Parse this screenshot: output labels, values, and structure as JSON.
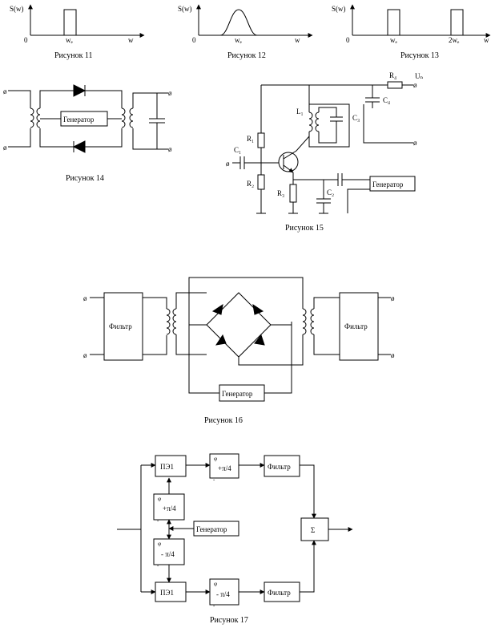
{
  "figures": {
    "f11": {
      "caption": "Рисунок 11",
      "y_label": "S(w)",
      "origin": "0",
      "tick": "wₑ",
      "x_label": "w"
    },
    "f12": {
      "caption": "Рисунок 12",
      "y_label": "S(w)",
      "origin": "0",
      "tick": "wₑ",
      "x_label": "w"
    },
    "f13": {
      "caption": "Рисунок 13",
      "y_label": "S(w)",
      "origin": "0",
      "tick1": "wₑ",
      "tick2": "2wₑ",
      "x_label": "w"
    },
    "f14": {
      "caption": "Рисунок 14",
      "generator": "Генератор"
    },
    "f15": {
      "caption": "Рисунок 15",
      "generator": "Генератор",
      "R1": "R₁",
      "R2": "R₂",
      "R3": "R₃",
      "R4": "R₄",
      "C1": "C₁",
      "C2": "C₂",
      "C3": "C₃",
      "C4": "C₄",
      "L1": "L₁",
      "Un": "Uₙ"
    },
    "f16": {
      "caption": "Рисунок 16",
      "filter_left": "Фильтр",
      "filter_right": "Фильтр",
      "generator": "Генератор"
    },
    "f17": {
      "caption": "Рисунок 17",
      "pe_top": "ПЭ1",
      "pe_bottom": "ПЭ1",
      "phase_symbol": "φ",
      "phase_plus": "+π/4",
      "phase_minus": "- π/4",
      "dash": "-",
      "filter_top": "Фильтр",
      "filter_bottom": "Фильтр",
      "generator": "Генератор",
      "sum": "Σ"
    }
  },
  "colors": {
    "ink": "#000000",
    "paper": "#ffffff"
  }
}
